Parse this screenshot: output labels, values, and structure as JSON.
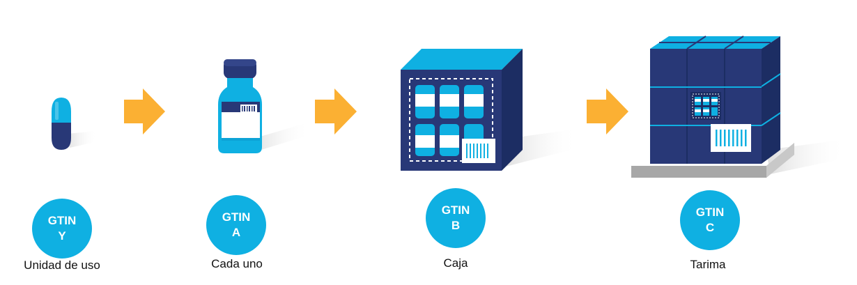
{
  "colors": {
    "accent_blue": "#0fb0e2",
    "dark_navy": "#283877",
    "arrow_orange": "#fbb033",
    "shadow_gray": "#e3e3e3"
  },
  "stages": [
    {
      "name": "capsule",
      "badge_line1": "GTIN",
      "badge_line2": "Y",
      "label": "Unidad de uso"
    },
    {
      "name": "bottle",
      "badge_line1": "GTIN",
      "badge_line2": "A",
      "label": "Cada uno"
    },
    {
      "name": "box",
      "badge_line1": "GTIN",
      "badge_line2": "B",
      "label": "Caja"
    },
    {
      "name": "pallet",
      "badge_line1": "GTIN",
      "badge_line2": "C",
      "label": "Tarima"
    }
  ]
}
